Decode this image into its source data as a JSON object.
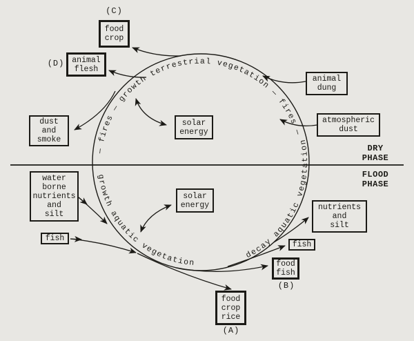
{
  "colors": {
    "background": "#e8e7e3",
    "ink": "#1b1a16"
  },
  "cycle": {
    "top_text": "— fires — growth terrestrial vegetation — fires —",
    "lower_left_text": "growth aquatic vegetation",
    "lower_right_text": "decay aquatic vegetation"
  },
  "divider": {
    "dry_label": "DRY\nPHASE",
    "flood_label": "FLOOD\nPHASE"
  },
  "boxes": {
    "food_crop": {
      "label": "food\ncrop"
    },
    "animal_flesh": {
      "label": "animal\nflesh"
    },
    "dust_smoke": {
      "label": "dust\nand\nsmoke"
    },
    "solar_top": {
      "label": "solar\nenergy"
    },
    "animal_dung": {
      "label": "animal\ndung"
    },
    "atmospheric_dust": {
      "label": "atmospheric\ndust"
    },
    "water_borne": {
      "label": "water\nborne\nnutrients\nand\nsilt"
    },
    "fish_left": {
      "label": "fish"
    },
    "solar_bottom": {
      "label": "solar\nenergy"
    },
    "nutrients_silt": {
      "label": "nutrients\nand\nsilt"
    },
    "fish_right": {
      "label": "fish"
    },
    "food_fish": {
      "label": "food\nfish"
    },
    "food_crop_rice": {
      "label": "food\ncrop\nrice"
    }
  },
  "tags": {
    "a": "(A)",
    "b": "(B)",
    "c": "(C)",
    "d": "(D)"
  }
}
